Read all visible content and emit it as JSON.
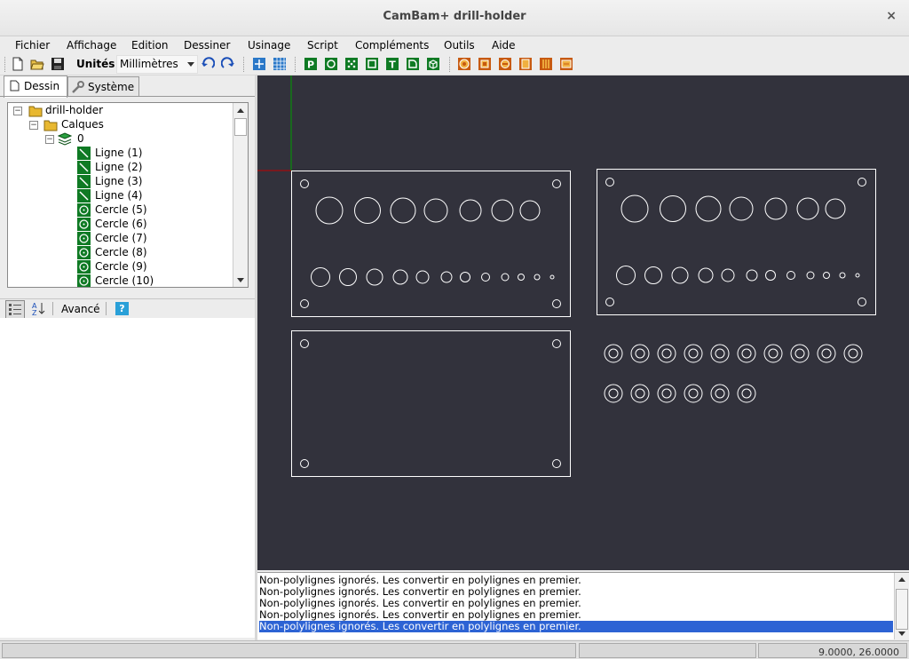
{
  "window": {
    "title": "CamBam+  drill-holder",
    "close_glyph": "×"
  },
  "menu": [
    "Fichier",
    "Affichage",
    "Edition",
    "Dessiner",
    "Usinage",
    "Script",
    "Compléments",
    "Outils",
    "Aide"
  ],
  "toolbar": {
    "units_label": "Unités",
    "units_value": "Millimètres"
  },
  "tabs": {
    "drawing": "Dessin",
    "system": "Système"
  },
  "tree": {
    "root": "drill-holder",
    "layers": "Calques",
    "layer0": "0",
    "items": [
      "Ligne (1)",
      "Ligne (2)",
      "Ligne (3)",
      "Ligne (4)",
      "Cercle (5)",
      "Cercle (6)",
      "Cercle (7)",
      "Cercle (8)",
      "Cercle (9)",
      "Cercle (10)"
    ]
  },
  "props": {
    "advanced_label": "Avancé",
    "sort_az_label": "AZ",
    "help_label": "?"
  },
  "log": {
    "lines": [
      "Non-polylignes ignorés. Les convertir en polylignes en premier.",
      "Non-polylignes ignorés. Les convertir en polylignes en premier.",
      "Non-polylignes ignorés. Les convertir en polylignes en premier.",
      "Non-polylignes ignorés. Les convertir en polylignes en premier.",
      "Non-polylignes ignorés. Les convertir en polylignes en premier."
    ],
    "selected_index": 4
  },
  "status": {
    "coords": "9.0000, 26.0000"
  },
  "colors": {
    "canvas_bg": "#32323c",
    "drawing": "#ffffff",
    "axis_x": "#c00000",
    "axis_y": "#00a000",
    "selection": "#2d63d4"
  }
}
